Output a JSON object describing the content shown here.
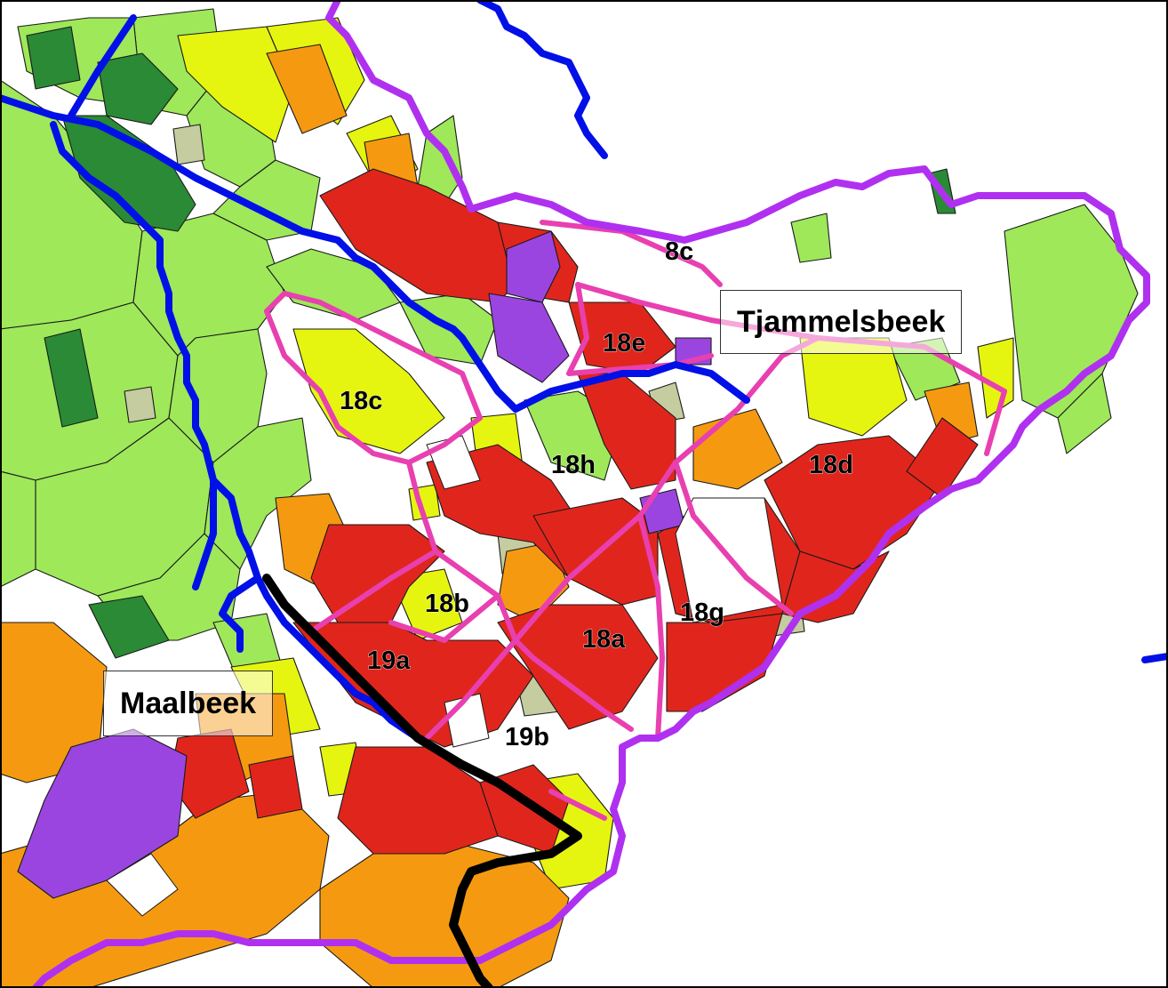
{
  "river_labels": {
    "tjammelsbeek": "Tjammelsbeek",
    "maalbeek": "Maalbeek"
  },
  "zone_labels": [
    {
      "id": "8c",
      "text": "8c"
    },
    {
      "id": "18e",
      "text": "18e"
    },
    {
      "id": "18c",
      "text": "18c"
    },
    {
      "id": "18h",
      "text": "18h"
    },
    {
      "id": "18d",
      "text": "18d"
    },
    {
      "id": "18b",
      "text": "18b"
    },
    {
      "id": "18g",
      "text": "18g"
    },
    {
      "id": "18a",
      "text": "18a"
    },
    {
      "id": "19a",
      "text": "19a"
    },
    {
      "id": "19b",
      "text": "19b"
    }
  ],
  "colors": {
    "dark_green": "#2a8a35",
    "light_green": "#9ee85a",
    "yellow": "#e6f50f",
    "orange": "#f59a10",
    "red": "#e0261c",
    "purple": "#9b45e0",
    "grey_green": "#c4cca0",
    "river_blue": "#0010e6",
    "river_black": "#000000",
    "catchment_purple": "#b030f0",
    "zone_pink": "#e840b0"
  }
}
